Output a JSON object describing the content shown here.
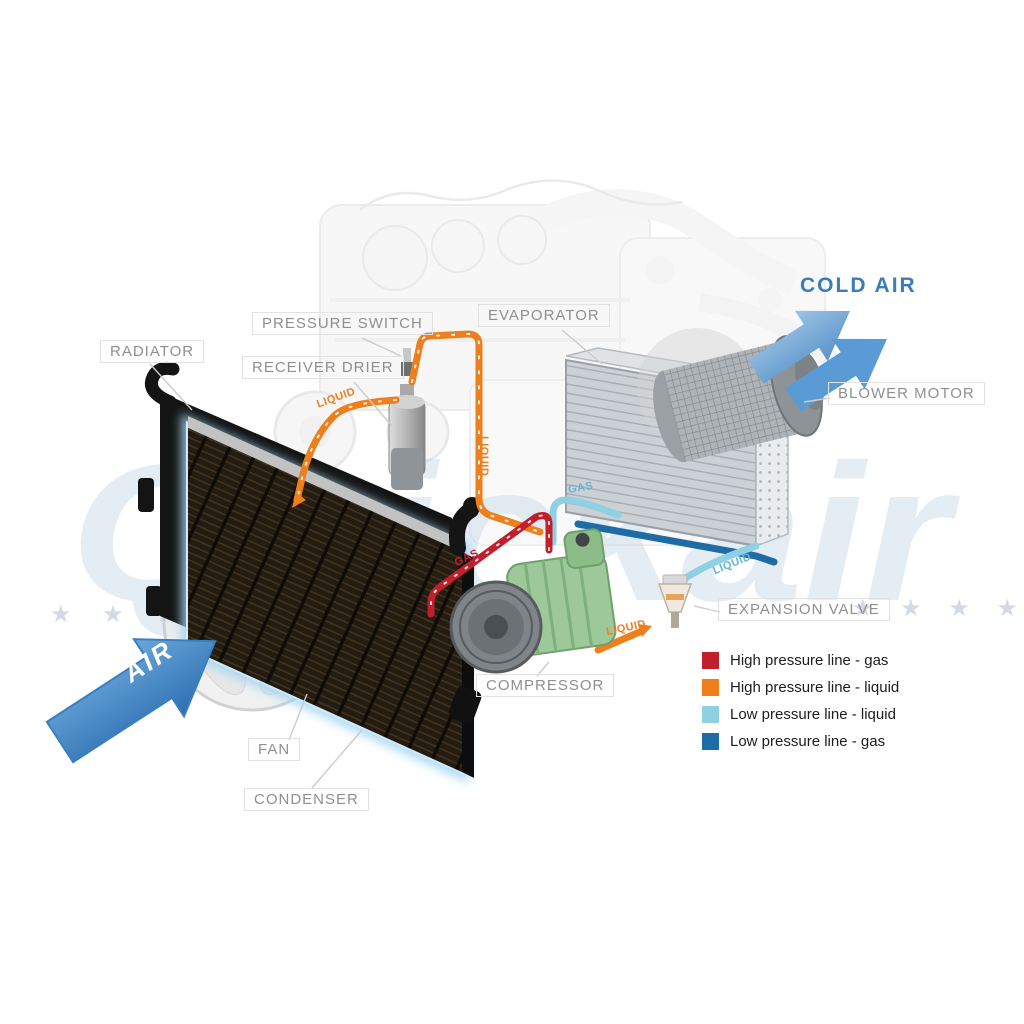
{
  "watermark": {
    "text": "Quickair",
    "stars_left": "★ ★ ★ ★",
    "stars_right": "★ ★ ★ ★"
  },
  "flow_labels": {
    "cold_air": "COLD AIR",
    "air": "AIR"
  },
  "components": {
    "radiator": "RADIATOR",
    "pressure_switch": "PRESSURE SWITCH",
    "receiver_drier": "RECEIVER DRIER",
    "evaporator": "EVAPORATOR",
    "blower_motor": "BLOWER MOTOR",
    "expansion_valve": "EXPANSION VALVE",
    "compressor": "COMPRESSOR",
    "fan": "FAN",
    "condenser": "CONDENSER"
  },
  "pipe_labels": {
    "liquid": "LIQUID",
    "gas": "GAS"
  },
  "legend": {
    "items": [
      {
        "label": "High pressure line - gas",
        "color": "#c01f2b"
      },
      {
        "label": "High pressure line - liquid",
        "color": "#ef7f1a"
      },
      {
        "label": "Low pressure line - liquid",
        "color": "#8fd0e2"
      },
      {
        "label": "Low pressure line -  gas",
        "color": "#1e6ba6"
      }
    ]
  }
}
